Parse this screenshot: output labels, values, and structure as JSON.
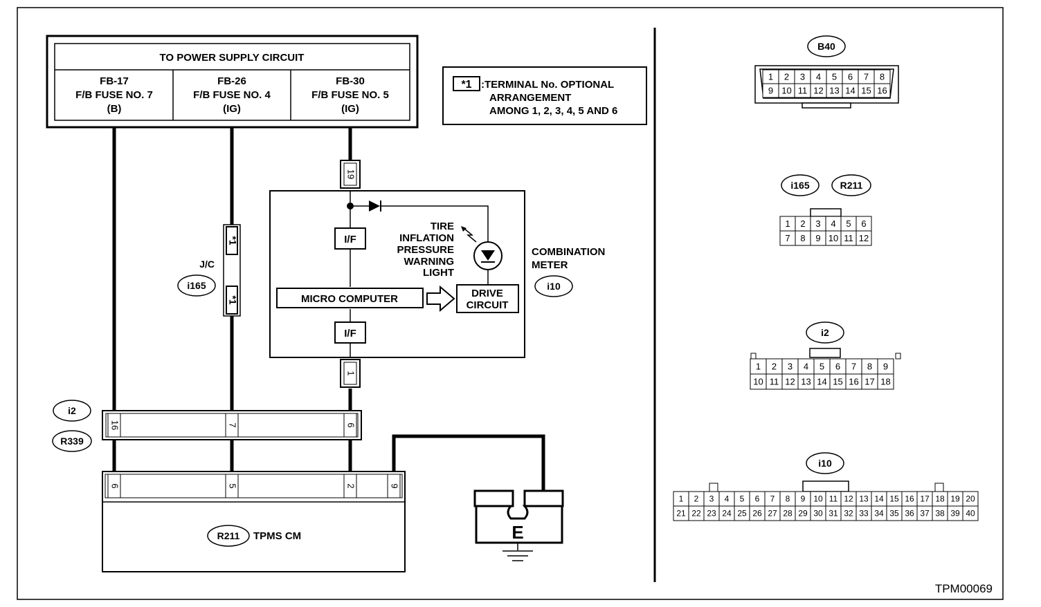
{
  "power_supply": {
    "title": "TO POWER SUPPLY CIRCUIT",
    "fuses": [
      {
        "code": "FB-17",
        "name": "F/B FUSE NO. 7",
        "type": "(B)"
      },
      {
        "code": "FB-26",
        "name": "F/B FUSE NO. 4",
        "type": "(IG)"
      },
      {
        "code": "FB-30",
        "name": "F/B FUSE NO. 5",
        "type": "(IG)"
      }
    ]
  },
  "note": {
    "symbol": "*1",
    "lines": [
      ":TERMINAL No. OPTIONAL",
      "ARRANGEMENT",
      "AMONG 1, 2, 3, 4, 5 AND 6"
    ]
  },
  "junction": {
    "label": "J/C",
    "connector": "i165",
    "terminal": "*1"
  },
  "meter": {
    "label_lines": [
      "COMBINATION",
      "METER"
    ],
    "connector": "i10",
    "pin_top": "19",
    "pin_bottom": "1",
    "if_label": "I/F",
    "micro_computer": "MICRO COMPUTER",
    "drive_circuit_lines": [
      "DRIVE",
      "CIRCUIT"
    ],
    "warning_light_lines": [
      "TIRE",
      "INFLATION",
      "PRESSURE",
      "WARNING",
      "LIGHT"
    ]
  },
  "intermediate_connector": {
    "labels": [
      "i2",
      "R339"
    ],
    "pins": [
      "16",
      "7",
      "6"
    ]
  },
  "tpms": {
    "connector": "R211",
    "label": "TPMS CM",
    "pins": [
      "6",
      "5",
      "2",
      "9"
    ]
  },
  "ground": {
    "label": "E"
  },
  "connector_views": {
    "b40": {
      "label": "B40",
      "row1": [
        "1",
        "2",
        "3",
        "4",
        "5",
        "6",
        "7",
        "8"
      ],
      "row2": [
        "9",
        "10",
        "11",
        "12",
        "13",
        "14",
        "15",
        "16"
      ]
    },
    "i165_r211": {
      "labels": [
        "i165",
        "R211"
      ],
      "row1": [
        "1",
        "2",
        "3",
        "4",
        "5",
        "6"
      ],
      "row2": [
        "7",
        "8",
        "9",
        "10",
        "11",
        "12"
      ]
    },
    "i2": {
      "label": "i2",
      "row1": [
        "1",
        "2",
        "3",
        "4",
        "5",
        "6",
        "7",
        "8",
        "9"
      ],
      "row2": [
        "10",
        "11",
        "12",
        "13",
        "14",
        "15",
        "16",
        "17",
        "18"
      ]
    },
    "i10": {
      "label": "i10",
      "row1": [
        "1",
        "2",
        "3",
        "4",
        "5",
        "6",
        "7",
        "8",
        "9",
        "10",
        "11",
        "12",
        "13",
        "14",
        "15",
        "16",
        "17",
        "18",
        "19",
        "20"
      ],
      "row2": [
        "21",
        "22",
        "23",
        "24",
        "25",
        "26",
        "27",
        "28",
        "29",
        "30",
        "31",
        "32",
        "33",
        "34",
        "35",
        "36",
        "37",
        "38",
        "39",
        "40"
      ]
    }
  },
  "figure_id": "TPM00069"
}
